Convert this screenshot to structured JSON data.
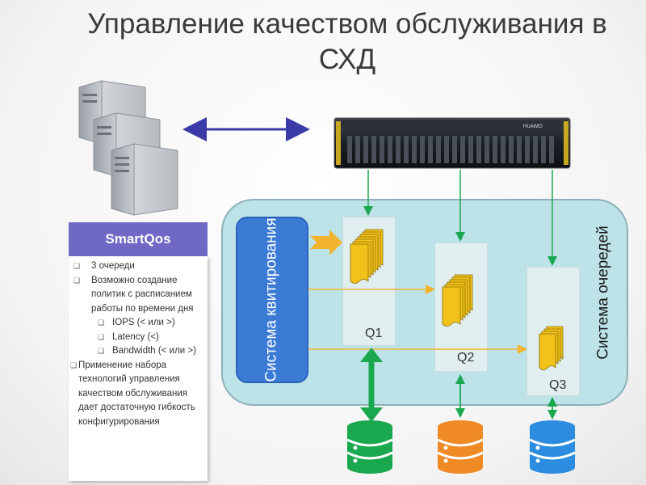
{
  "title": {
    "line1": "Управление качеством обслуживания в",
    "line2": "СХД"
  },
  "panel": {
    "heading": "SmartQos",
    "items": [
      {
        "level": 1,
        "text": "3 очереди"
      },
      {
        "level": 1,
        "text": "Возможно создание политик с расписанием работы по времени дня"
      },
      {
        "level": 2,
        "text": "IOPS (< или >)"
      },
      {
        "level": 2,
        "text": "Latency (<)"
      },
      {
        "level": 2,
        "text": "Bandwidth (< или >)"
      },
      {
        "level": 0,
        "text": "Применение набора технологий управления качеством обслуживания дает достаточную гибкость конфигурирования"
      }
    ]
  },
  "diagram": {
    "ack_system": "Система квитирования",
    "queue_system": "Система очередей",
    "storage_brand": "HUAWEI",
    "queues": [
      {
        "label": "Q1",
        "color": "#1aa84f"
      },
      {
        "label": "Q2",
        "color": "#f08a24"
      },
      {
        "label": "Q3",
        "color": "#2c8de0"
      }
    ]
  },
  "colors": {
    "accent": "#6f68c4",
    "queue_bg": "#bde3e8",
    "ack_box": "#3b7bd6",
    "arrow_green": "#1aa84f",
    "arrow_orange": "#f2b42e",
    "link_arrow": "#3a3aa8",
    "doc_fill": "#f2c21b"
  }
}
